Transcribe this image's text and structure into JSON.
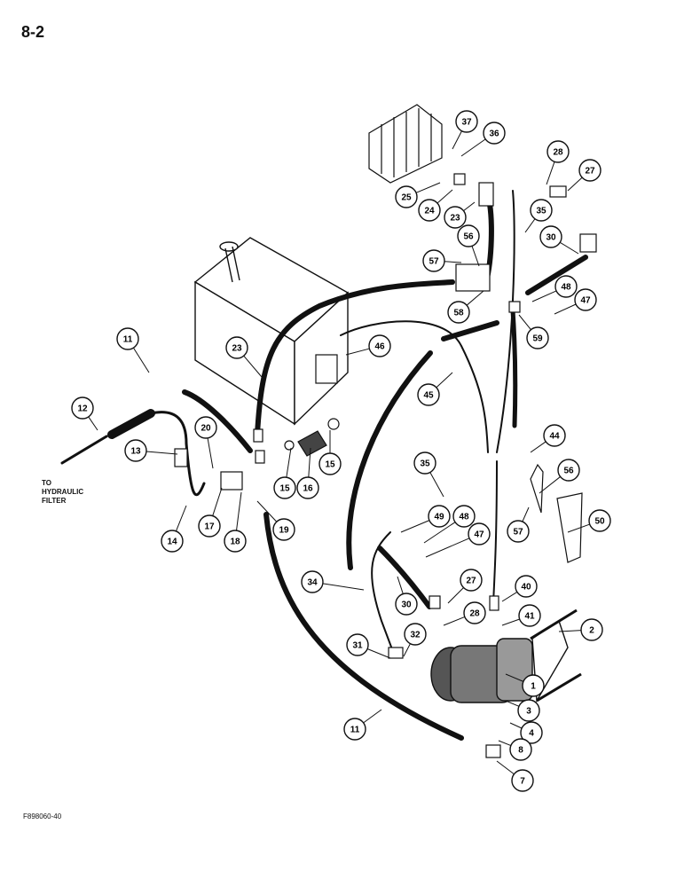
{
  "page_number": "8-2",
  "figure_id": "F898060-40",
  "note": {
    "line1": "TO",
    "line2": "HYDRAULIC",
    "line3": "FILTER"
  },
  "callouts": [
    {
      "id": "c1",
      "label": "1"
    },
    {
      "id": "c2",
      "label": "2"
    },
    {
      "id": "c3",
      "label": "3"
    },
    {
      "id": "c4",
      "label": "4"
    },
    {
      "id": "c7",
      "label": "7"
    },
    {
      "id": "c8",
      "label": "8"
    },
    {
      "id": "c11a",
      "label": "11"
    },
    {
      "id": "c11b",
      "label": "11"
    },
    {
      "id": "c12",
      "label": "12"
    },
    {
      "id": "c13",
      "label": "13"
    },
    {
      "id": "c14",
      "label": "14"
    },
    {
      "id": "c15a",
      "label": "15"
    },
    {
      "id": "c15b",
      "label": "15"
    },
    {
      "id": "c16",
      "label": "16"
    },
    {
      "id": "c17",
      "label": "17"
    },
    {
      "id": "c18",
      "label": "18"
    },
    {
      "id": "c19",
      "label": "19"
    },
    {
      "id": "c20",
      "label": "20"
    },
    {
      "id": "c23a",
      "label": "23"
    },
    {
      "id": "c23b",
      "label": "23"
    },
    {
      "id": "c24",
      "label": "24"
    },
    {
      "id": "c25",
      "label": "25"
    },
    {
      "id": "c27a",
      "label": "27"
    },
    {
      "id": "c27b",
      "label": "27"
    },
    {
      "id": "c28a",
      "label": "28"
    },
    {
      "id": "c28b",
      "label": "28"
    },
    {
      "id": "c30a",
      "label": "30"
    },
    {
      "id": "c30b",
      "label": "30"
    },
    {
      "id": "c31",
      "label": "31"
    },
    {
      "id": "c32",
      "label": "32"
    },
    {
      "id": "c34",
      "label": "34"
    },
    {
      "id": "c35a",
      "label": "35"
    },
    {
      "id": "c35b",
      "label": "35"
    },
    {
      "id": "c36",
      "label": "36"
    },
    {
      "id": "c37",
      "label": "37"
    },
    {
      "id": "c40",
      "label": "40"
    },
    {
      "id": "c41",
      "label": "41"
    },
    {
      "id": "c44",
      "label": "44"
    },
    {
      "id": "c45",
      "label": "45"
    },
    {
      "id": "c46",
      "label": "46"
    },
    {
      "id": "c47a",
      "label": "47"
    },
    {
      "id": "c47b",
      "label": "47"
    },
    {
      "id": "c48a",
      "label": "48"
    },
    {
      "id": "c48b",
      "label": "48"
    },
    {
      "id": "c49",
      "label": "49"
    },
    {
      "id": "c50",
      "label": "50"
    },
    {
      "id": "c56a",
      "label": "56"
    },
    {
      "id": "c56b",
      "label": "56"
    },
    {
      "id": "c57a",
      "label": "57"
    },
    {
      "id": "c57b",
      "label": "57"
    },
    {
      "id": "c58",
      "label": "58"
    },
    {
      "id": "c59",
      "label": "59"
    }
  ]
}
